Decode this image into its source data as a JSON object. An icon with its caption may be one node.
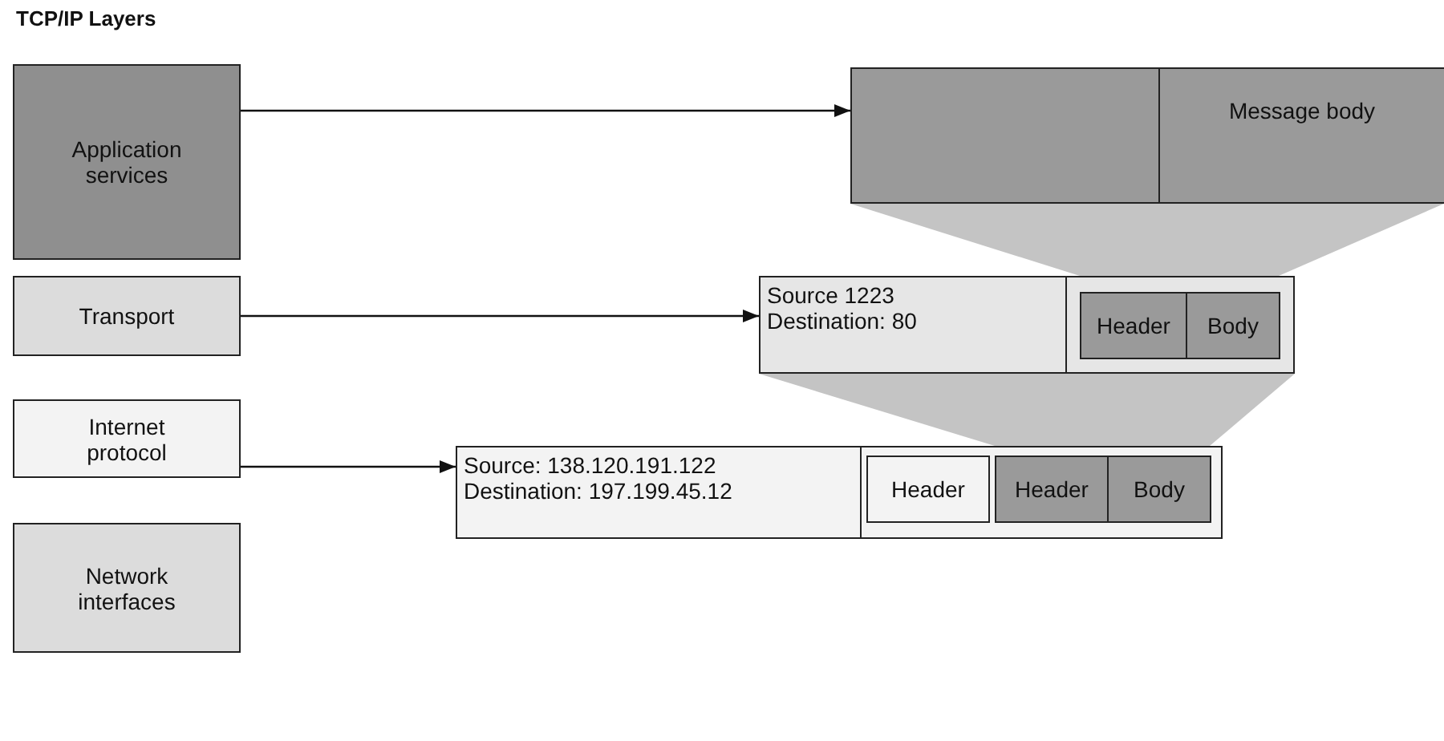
{
  "diagram": {
    "title": "TCP/IP Layers",
    "nodes": [
      {
        "text": [
          "Application services"
        ]
      },
      {
        "text": [
          "Transport"
        ]
      },
      {
        "text": [
          "Internet protocol"
        ]
      },
      {
        "text": [
          "Network interfaces"
        ]
      },
      {
        "text": [],
        "shape": "box"
      },
      {
        "text": [
          "Message body"
        ],
        "in": 4
      },
      {
        "text": [],
        "shape": "box"
      },
      {
        "text": [
          "Source 1223",
          "Destination: 80"
        ],
        "in": 6
      },
      {
        "text": [],
        "shape": "box",
        "in": 6
      },
      {
        "text": [
          "Header"
        ],
        "in": 8
      },
      {
        "text": [
          "Body"
        ],
        "in": 8
      },
      {
        "text": [],
        "shape": "box"
      },
      {
        "text": [
          "Source: 138.120.191.122",
          "Destination: 197.199.45.12"
        ],
        "in": 11
      },
      {
        "text": [
          "Header"
        ],
        "in": 11
      },
      {
        "text": [],
        "shape": "box",
        "in": 11
      },
      {
        "text": [
          "Header"
        ],
        "in": 14
      },
      {
        "text": [
          "Body"
        ],
        "in": 14
      },
      {
        "text": [],
        "shape": "funnel"
      },
      {
        "text": [],
        "shape": "funnel"
      }
    ],
    "edges": [
      {
        "from": 0,
        "to": 4,
        "arrow": "to"
      },
      {
        "from": 1,
        "to": 6,
        "arrow": "to"
      },
      {
        "from": 2,
        "to": 11,
        "arrow": "to"
      }
    ]
  }
}
